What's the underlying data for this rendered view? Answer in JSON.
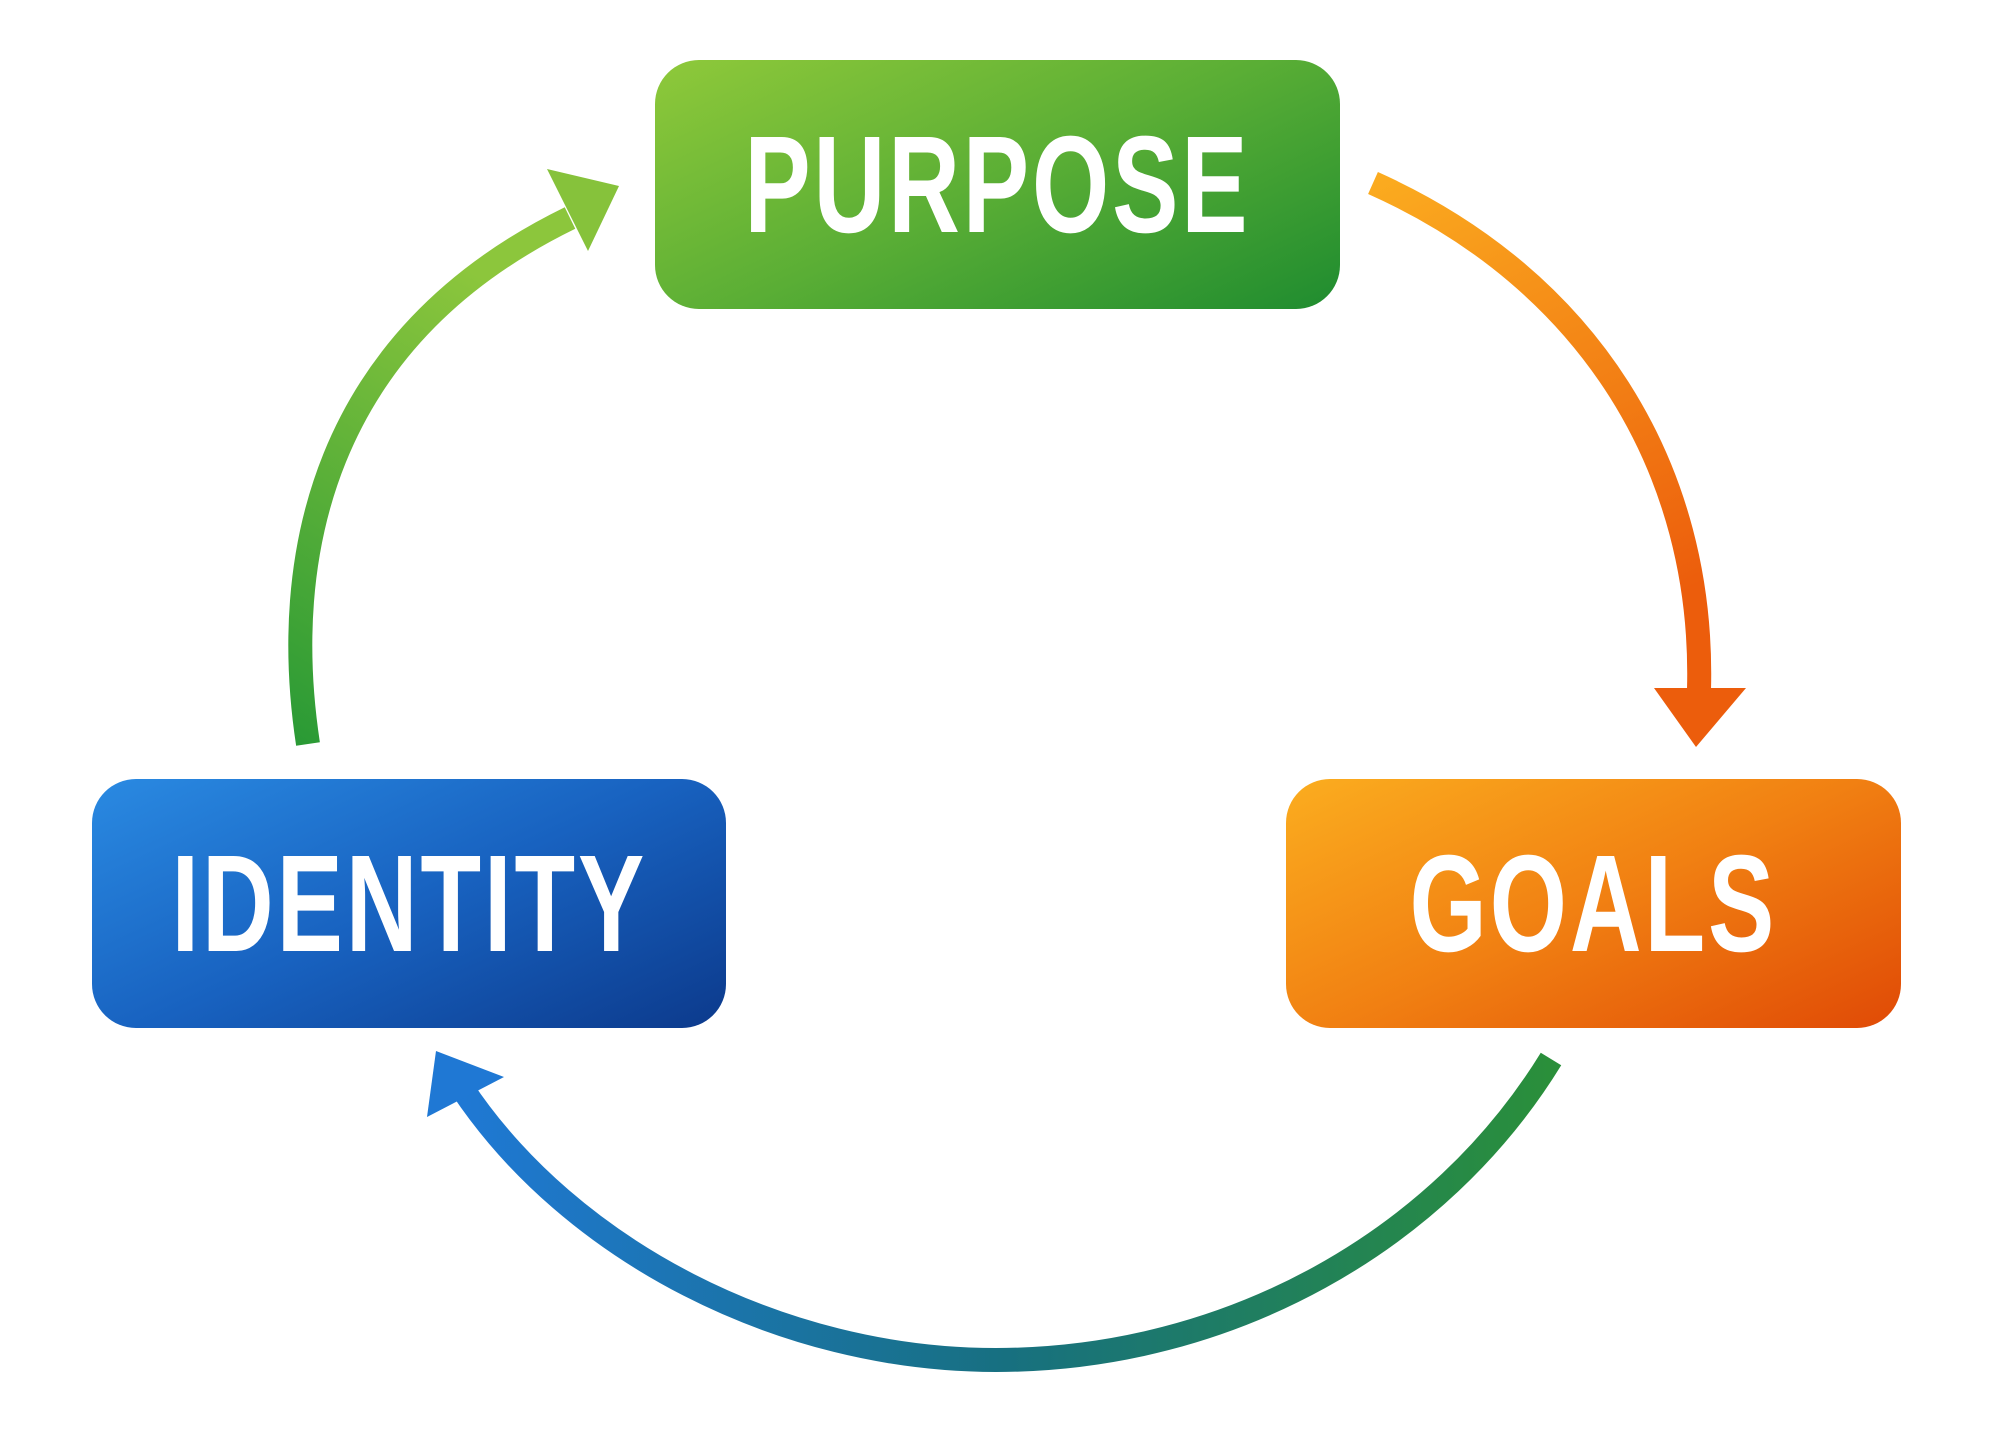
{
  "nodes": [
    {
      "label": "PURPOSE",
      "color": "#5aae35"
    },
    {
      "label": "GOALS",
      "color": "#f18012"
    },
    {
      "label": "IDENTITY",
      "color": "#1862c0"
    }
  ],
  "edges": [
    {
      "from": "PURPOSE",
      "to": "GOALS"
    },
    {
      "from": "GOALS",
      "to": "IDENTITY"
    },
    {
      "from": "IDENTITY",
      "to": "PURPOSE"
    }
  ]
}
